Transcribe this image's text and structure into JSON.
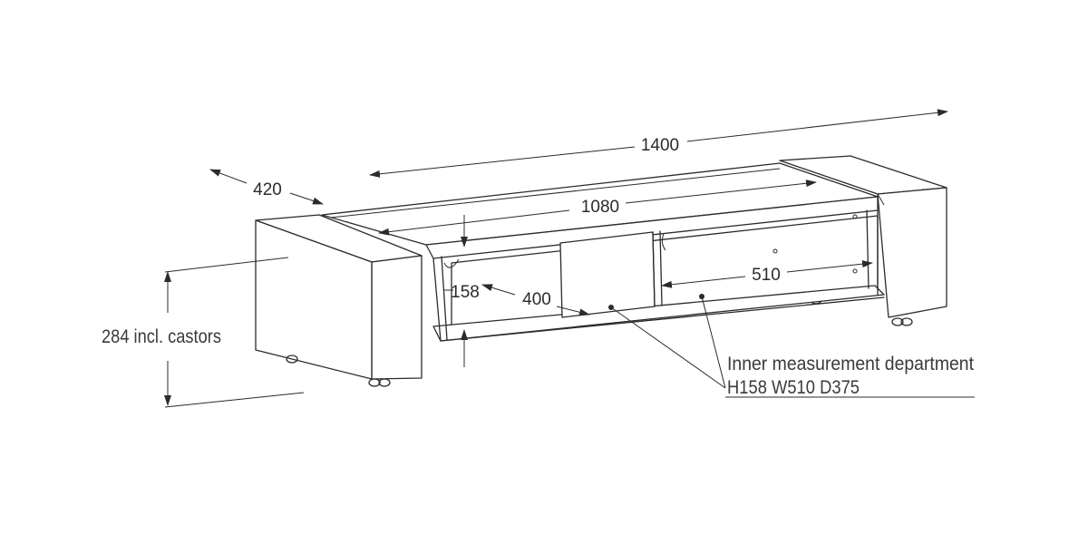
{
  "dimensions": {
    "overall_width": "1400",
    "depth": "420",
    "inner_width": "1080",
    "compartment_width": "510",
    "opening_height": "158",
    "left_compartment_width": "400",
    "height_label": "284 incl. castors"
  },
  "callout": {
    "line1": "Inner measurement department",
    "line2": "H158 W510 D375"
  },
  "colors": {
    "line": "#2b2b2b",
    "background": "#ffffff"
  }
}
